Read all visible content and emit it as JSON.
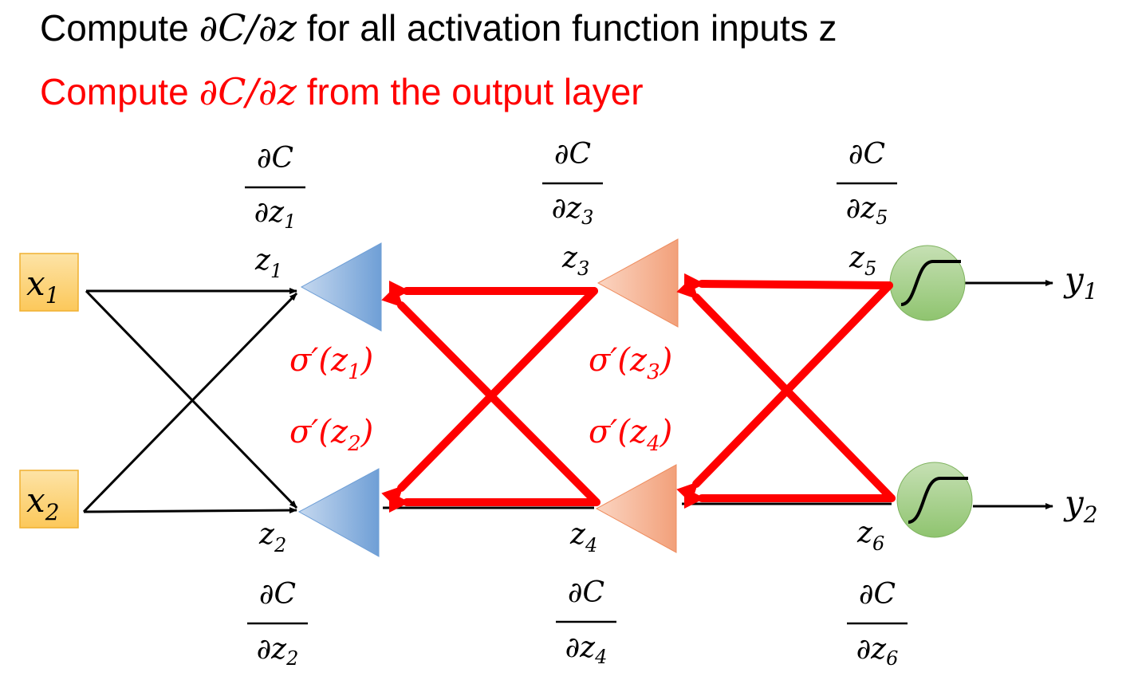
{
  "title": {
    "line1": {
      "pre": "Compute ",
      "math": "∂C/∂z",
      "post": " for all activation function inputs z"
    },
    "line2": {
      "pre": "Compute ",
      "math": "∂C/∂z",
      "post": " from the output layer"
    }
  },
  "inputs": [
    "x",
    "x"
  ],
  "input_subs": [
    "1",
    "2"
  ],
  "outputs": [
    "y",
    "y"
  ],
  "output_subs": [
    "1",
    "2"
  ],
  "z_labels": [
    "1",
    "2",
    "3",
    "4",
    "5",
    "6"
  ],
  "deriv": {
    "num": "∂C",
    "den": "∂z"
  },
  "sigma_labels": [
    "σ′(z",
    "σ′(z",
    "σ′(z",
    "σ′(z"
  ],
  "sigma_subs": [
    "1",
    "2",
    "3",
    "4"
  ],
  "colors": {
    "red": "#ff0000",
    "blue": "#7aa6d8",
    "orange": "#f4a27a",
    "green": "#9ccc86",
    "input": "#fdd48a"
  }
}
